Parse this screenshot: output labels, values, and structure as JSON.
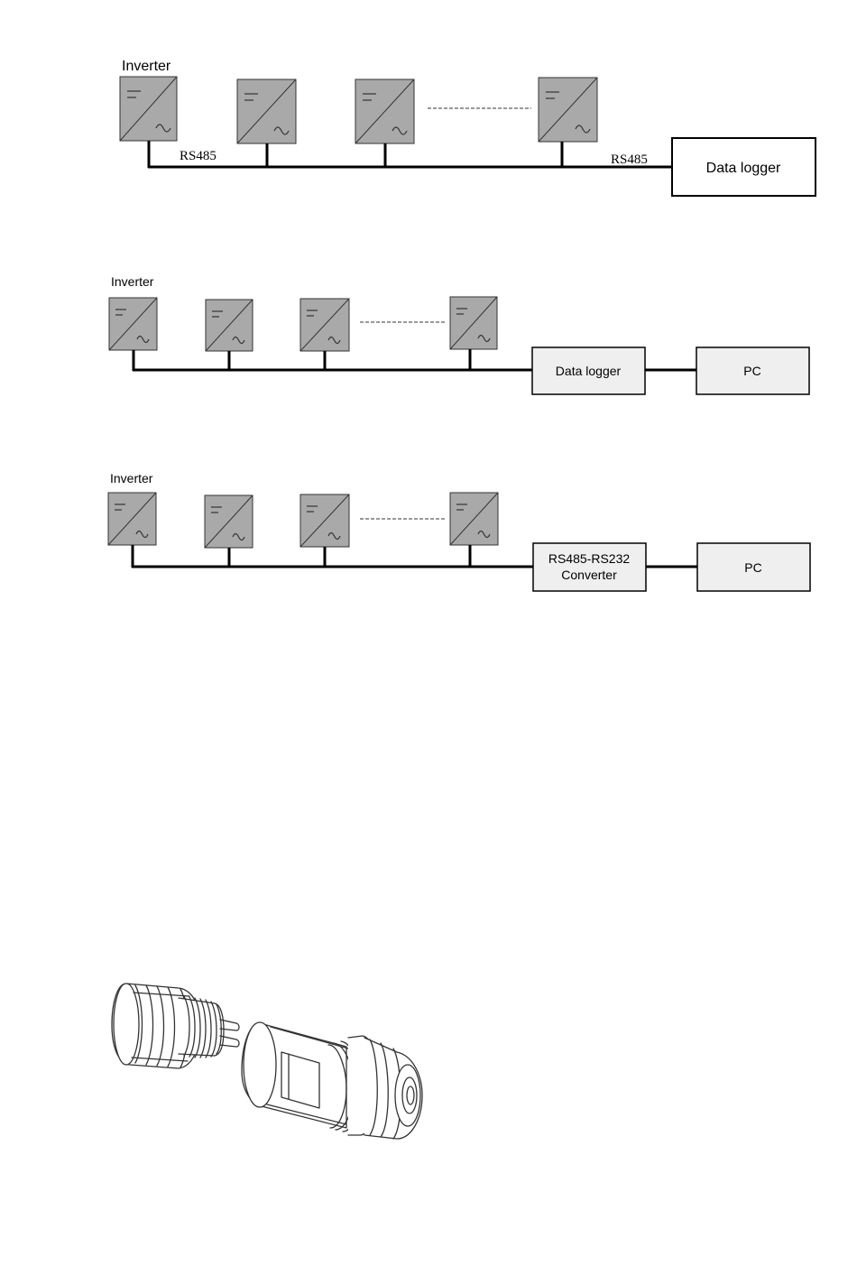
{
  "diagrams": [
    {
      "inverter_label": "Inverter",
      "bus_labels": [
        "RS485",
        "RS485"
      ],
      "boxes": [
        {
          "label_lines": [
            "Data logger"
          ]
        }
      ]
    },
    {
      "inverter_label": "Inverter",
      "bus_labels": [],
      "boxes": [
        {
          "label_lines": [
            "Data logger"
          ]
        },
        {
          "label_lines": [
            "PC"
          ]
        }
      ]
    },
    {
      "inverter_label": "Inverter",
      "bus_labels": [],
      "boxes": [
        {
          "label_lines": [
            "RS485-RS232",
            "Converter"
          ]
        },
        {
          "label_lines": [
            "PC"
          ]
        }
      ]
    }
  ],
  "connector_illustration": "rs485-waterproof-connector",
  "colors": {
    "inverter_fill": "#a9a9a9",
    "box_fill_plain": "#ffffff",
    "box_fill_shaded": "#efefef",
    "line": "#000000"
  }
}
